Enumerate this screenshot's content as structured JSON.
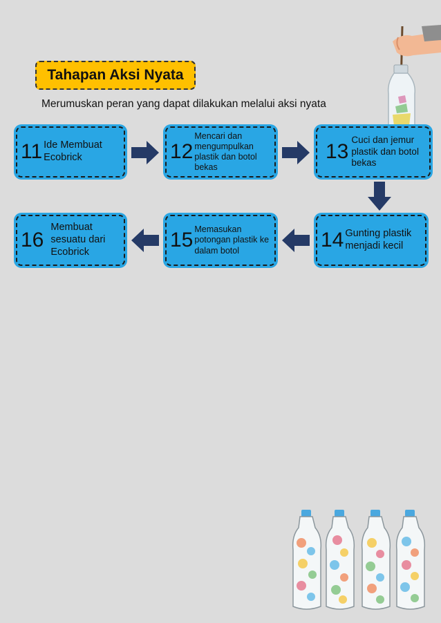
{
  "header": {
    "title": "Tahapan Aksi Nyata",
    "subtitle": "Merumuskan peran yang dapat dilakukan melalui aksi nyata"
  },
  "steps": [
    {
      "number": "11",
      "text": "Ide Membuat Ecobrick"
    },
    {
      "number": "12",
      "text": "Mencari dan mengumpulkan plastik dan botol bekas"
    },
    {
      "number": "13",
      "text": "Cuci dan jemur plastik dan botol bekas"
    },
    {
      "number": "14",
      "text": "Gunting plastik menjadi kecil"
    },
    {
      "number": "15",
      "text": "Memasukan potongan plastik ke dalam botol"
    },
    {
      "number": "16",
      "text": "Membuat sesuatu dari Ecobrick"
    }
  ],
  "colors": {
    "badge": "#ffc000",
    "step_box": "#29a6e4",
    "arrow": "#253a66",
    "background": "#dcdcdc"
  },
  "illustrations": [
    "hand-filling-bottle-icon",
    "ecobrick-bottles-icon"
  ]
}
